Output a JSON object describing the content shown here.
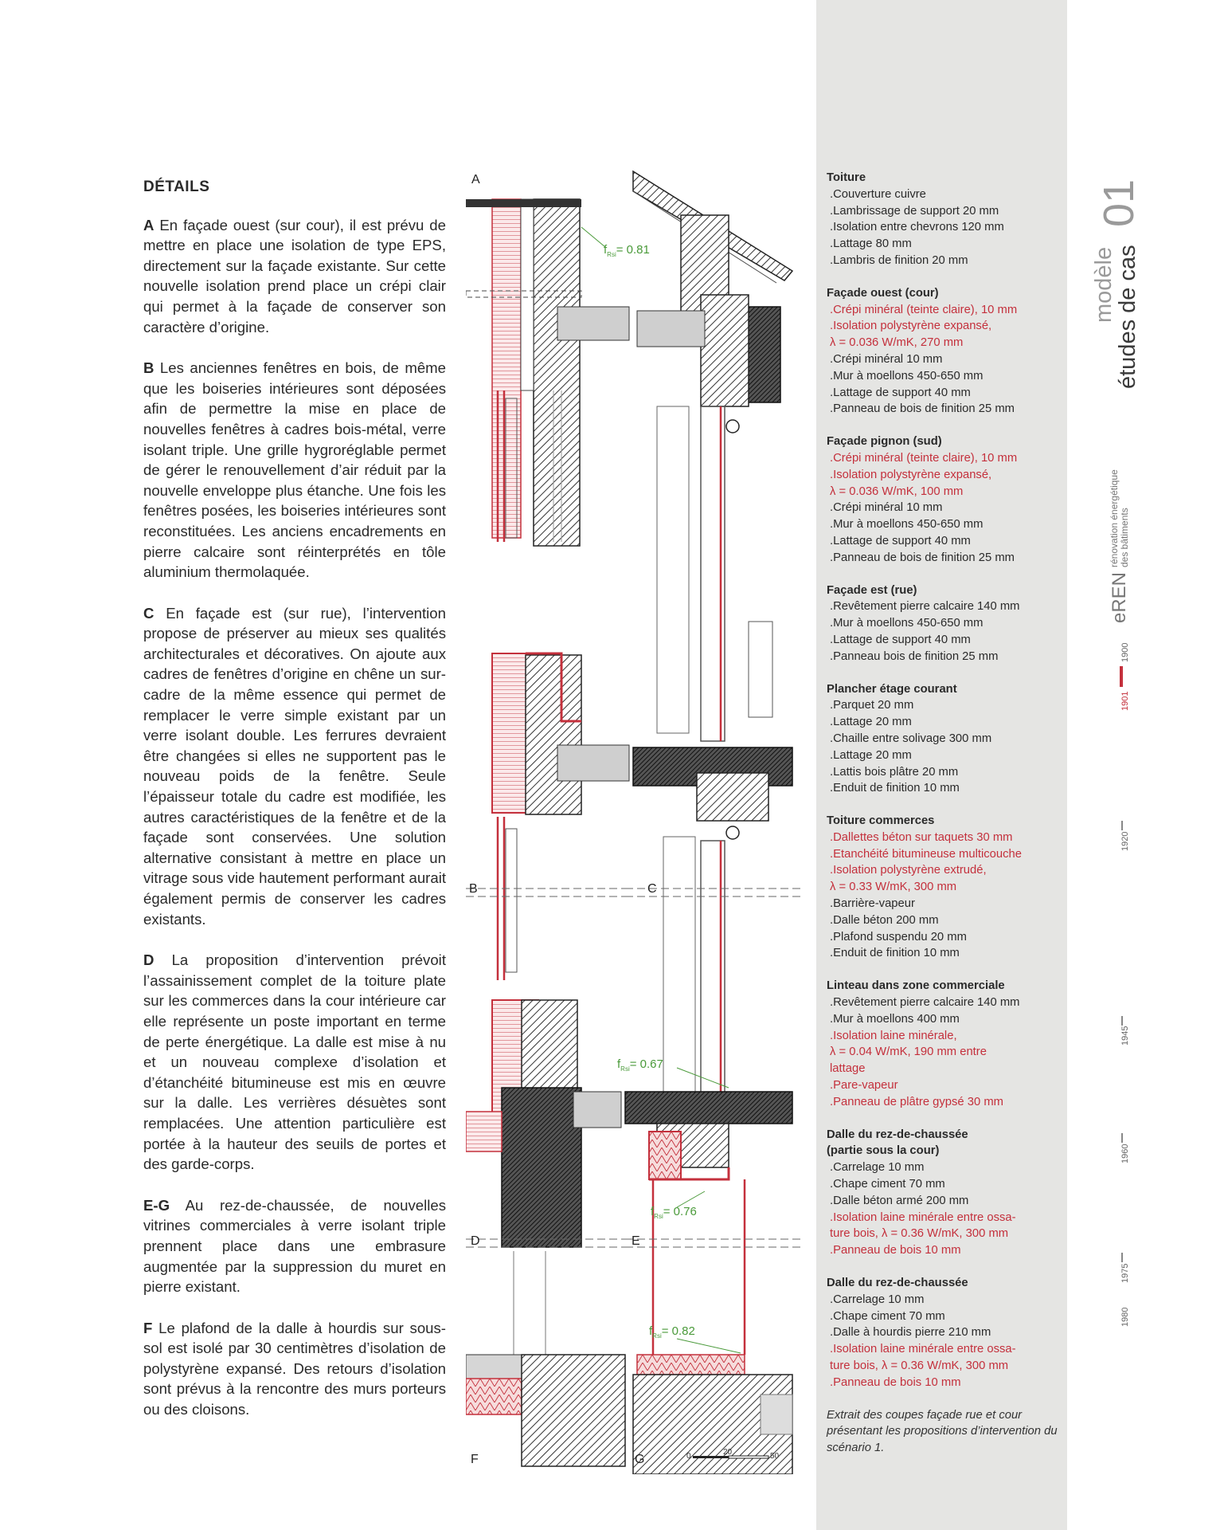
{
  "article": {
    "heading": "DÉTAILS",
    "paragraphs": [
      {
        "tag": "A",
        "text": "En façade ouest (sur cour), il est prévu de mettre en place une isolation de type EPS, directement sur la façade existante. Sur cette nouvelle isolation prend place un crépi clair qui permet à la façade de conserver son caractère d’origine."
      },
      {
        "tag": "B",
        "text": "Les anciennes fenêtres en bois, de même que les boiseries intérieures sont déposées afin de permettre la mise en place de nouvelles fenêtres à cadres bois-métal, verre isolant triple. Une grille hygroréglable permet de gérer le renouvellement d’air réduit par la nouvelle enveloppe plus étanche. Une fois les fenêtres posées, les boiseries intérieures sont reconstituées. Les anciens encadrements en pierre calcaire sont réinterprétés en tôle aluminium thermolaquée."
      },
      {
        "tag": "C",
        "text": "En façade est (sur rue), l’intervention propose de préserver au mieux ses qualités architecturales et décoratives. On ajoute aux cadres de fenêtres d’origine en chêne un sur-cadre de la même essence qui permet de remplacer le verre simple existant par un verre isolant double. Les ferrures devraient être changées si elles ne supportent pas le nouveau poids de la fenêtre. Seule l’épaisseur totale du cadre est modifiée, les autres caractéristiques de la fenêtre et de la façade sont conservées. Une solution alternative consistant à mettre en place un vitrage sous vide hautement performant aurait également permis de conserver les cadres existants."
      },
      {
        "tag": "D",
        "text": "La proposition d’intervention prévoit l’assainissement complet de la toiture plate sur les commerces dans la cour intérieure car elle représente un poste important en terme de perte énergétique. La dalle est mise à nu et un nouveau complexe d’isolation et d’étanchéité bitumineuse est mis en œuvre sur la dalle. Les verrières désuètes sont remplacées. Une attention particulière est portée à la hauteur des seuils de portes et des garde-corps."
      },
      {
        "tag": "E-G",
        "text": "Au rez-de-chaussée, de nouvelles vitrines commerciales à verre isolant triple prennent place dans une embrasure augmentée par la suppression du muret en pierre existant."
      },
      {
        "tag": "F",
        "text": "Le plafond de la dalle à hourdis sur sous-sol est isolé par 30 centimètres d’isolation de polystyrène expansé. Des retours d’isolation sont prévus à la rencontre des murs porteurs ou des cloisons."
      }
    ]
  },
  "drawing": {
    "labels": {
      "a": "A",
      "b": "B",
      "c": "C",
      "d": "D",
      "e": "E",
      "f": "F",
      "g": "G"
    },
    "frsi_prefix": "f",
    "frsi_sub": "Rsi",
    "frsi_values": {
      "v1": "= 0.81",
      "v2": "= 0.67",
      "v3": "= 0.76",
      "v4": "= 0.82"
    },
    "scale": {
      "s0": "0",
      "s1": "20",
      "s2": "50"
    }
  },
  "legend": {
    "sections": [
      {
        "title": "Toiture",
        "items": [
          {
            "text": ".Couverture cuivre",
            "red": false
          },
          {
            "text": ".Lambrissage de support 20 mm",
            "red": false
          },
          {
            "text": ".Isolation entre chevrons 120 mm",
            "red": false
          },
          {
            "text": ".Lattage 80 mm",
            "red": false
          },
          {
            "text": ".Lambris de finition 20 mm",
            "red": false
          }
        ]
      },
      {
        "title": "Façade ouest (cour)",
        "items": [
          {
            "text": ".Crépi minéral (teinte claire), 10 mm",
            "red": true
          },
          {
            "text": ".Isolation polystyrène expansé,",
            "red": true
          },
          {
            "text": " λ = 0.036 W/mK, 270 mm",
            "red": true
          },
          {
            "text": ".Crépi minéral 10 mm",
            "red": false
          },
          {
            "text": ".Mur à moellons 450-650 mm",
            "red": false
          },
          {
            "text": ".Lattage de support 40 mm",
            "red": false
          },
          {
            "text": ".Panneau de bois de finition 25 mm",
            "red": false
          }
        ]
      },
      {
        "title": "Façade pignon (sud)",
        "items": [
          {
            "text": ".Crépi minéral (teinte claire), 10 mm",
            "red": true
          },
          {
            "text": ".Isolation polystyrène expansé,",
            "red": true
          },
          {
            "text": " λ = 0.036 W/mK, 100 mm",
            "red": true
          },
          {
            "text": ".Crépi minéral 10 mm",
            "red": false
          },
          {
            "text": ".Mur à moellons 450-650 mm",
            "red": false
          },
          {
            "text": ".Lattage de support 40 mm",
            "red": false
          },
          {
            "text": ".Panneau de bois de finition 25 mm",
            "red": false
          }
        ]
      },
      {
        "title": "Façade est (rue)",
        "items": [
          {
            "text": ".Revêtement pierre calcaire 140 mm",
            "red": false
          },
          {
            "text": ".Mur à moellons 450-650 mm",
            "red": false
          },
          {
            "text": ".Lattage de support 40 mm",
            "red": false
          },
          {
            "text": ".Panneau bois de finition 25 mm",
            "red": false
          }
        ]
      },
      {
        "title": "Plancher étage courant",
        "items": [
          {
            "text": ".Parquet 20 mm",
            "red": false
          },
          {
            "text": ".Lattage 20 mm",
            "red": false
          },
          {
            "text": ".Chaille entre solivage 300 mm",
            "red": false
          },
          {
            "text": ".Lattage 20 mm",
            "red": false
          },
          {
            "text": ".Lattis bois plâtre 20 mm",
            "red": false
          },
          {
            "text": ".Enduit de finition 10 mm",
            "red": false
          }
        ]
      },
      {
        "title": "Toiture commerces",
        "items": [
          {
            "text": ".Dallettes béton sur taquets 30 mm",
            "red": true
          },
          {
            "text": ".Etanchéité bitumineuse multicouche",
            "red": true
          },
          {
            "text": ".Isolation polystyrène extrudé,",
            "red": true
          },
          {
            "text": " λ = 0.33 W/mK, 300 mm",
            "red": true
          },
          {
            "text": ".Barrière-vapeur",
            "red": false
          },
          {
            "text": ".Dalle béton 200 mm",
            "red": false
          },
          {
            "text": ".Plafond suspendu 20 mm",
            "red": false
          },
          {
            "text": ".Enduit de finition 10 mm",
            "red": false
          }
        ]
      },
      {
        "title": "Linteau dans zone commerciale",
        "items": [
          {
            "text": ".Revêtement pierre calcaire 140 mm",
            "red": false
          },
          {
            "text": ".Mur à moellons 400 mm",
            "red": false
          },
          {
            "text": ".Isolation laine minérale,",
            "red": true
          },
          {
            "text": " λ = 0.04 W/mK, 190 mm entre",
            "red": true
          },
          {
            "text": " lattage",
            "red": true
          },
          {
            "text": ".Pare-vapeur",
            "red": true
          },
          {
            "text": ".Panneau de plâtre gypsé 30 mm",
            "red": true
          }
        ]
      },
      {
        "title": "Dalle du rez-de-chaussée\n(partie sous la cour)",
        "items": [
          {
            "text": ".Carrelage 10 mm",
            "red": false
          },
          {
            "text": ".Chape ciment 70 mm",
            "red": false
          },
          {
            "text": ".Dalle béton armé 200 mm",
            "red": false
          },
          {
            "text": ".Isolation laine minérale entre ossa-",
            "red": true
          },
          {
            "text": " ture bois, λ = 0.36 W/mK, 300 mm",
            "red": true
          },
          {
            "text": ".Panneau de bois 10 mm",
            "red": true
          }
        ]
      },
      {
        "title": "Dalle du rez-de-chaussée",
        "items": [
          {
            "text": ".Carrelage 10 mm",
            "red": false
          },
          {
            "text": ".Chape ciment 70 mm",
            "red": false
          },
          {
            "text": ".Dalle à hourdis pierre 210 mm",
            "red": false
          },
          {
            "text": ".Isolation laine minérale entre ossa-",
            "red": true
          },
          {
            "text": " ture bois, λ = 0.36 W/mK, 300 mm",
            "red": true
          },
          {
            "text": ".Panneau de bois 10 mm",
            "red": true
          }
        ]
      }
    ],
    "caption": "Extrait des coupes façade rue et cour présentant les propositions d’intervention du scénario 1."
  },
  "ribbon": {
    "number": "01",
    "title_top": "modèle",
    "title_bottom": "études de cas",
    "brand": "eREN",
    "subtitle_1": "rénovation énergétique",
    "subtitle_2": "des bâtiments",
    "years": {
      "y1900": "1900",
      "y1901": "1901",
      "y1920": "1920",
      "y1945": "1945",
      "y1960": "1960",
      "y1975": "1975",
      "y1980": "1980"
    }
  },
  "colors": {
    "accent_red": "#c4303c",
    "annotation_green": "#4a9a3a",
    "sidebar_grey": "#e5e5e3"
  }
}
